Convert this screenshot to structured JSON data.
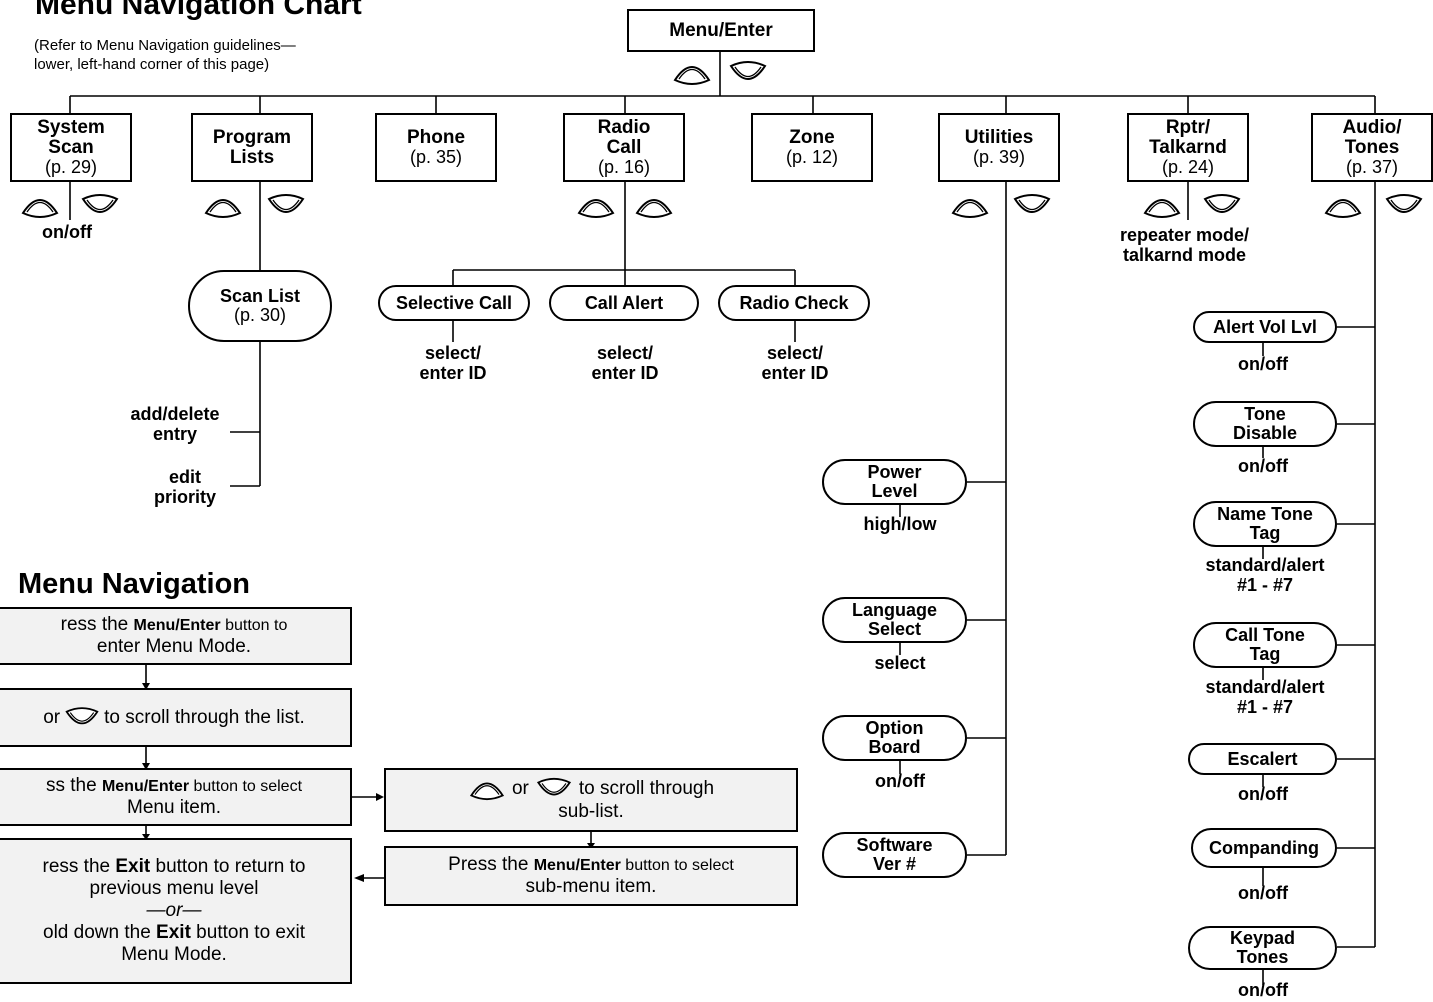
{
  "title": "Menu Navigation Chart",
  "subtitle": "(Refer to Menu Navigation guidelines—\nlower, left-hand corner of this page)",
  "root": "Menu/Enter",
  "menus": {
    "system_scan": {
      "name": "System\nScan",
      "page": "(p. 29)",
      "note": "on/off"
    },
    "program_lists": {
      "name": "Program\nLists"
    },
    "phone": {
      "name": "Phone",
      "page": "(p. 35)"
    },
    "radio_call": {
      "name": "Radio\nCall",
      "page": "(p. 16)"
    },
    "zone": {
      "name": "Zone",
      "page": "(p. 12)"
    },
    "utilities": {
      "name": "Utilities",
      "page": "(p. 39)"
    },
    "rptr": {
      "name": "Rptr/\nTalkarnd",
      "page": "(p. 24)",
      "note": "repeater mode/\ntalkarnd mode"
    },
    "audio": {
      "name": "Audio/\nTones",
      "page": "(p. 37)"
    }
  },
  "scan_list": {
    "name": "Scan List",
    "page": "(p. 30)",
    "opt1": "add/delete\nentry",
    "opt2": "edit\npriority"
  },
  "radio_call_items": [
    {
      "name": "Selective Call",
      "note": "select/\nenter ID"
    },
    {
      "name": "Call Alert",
      "note": "select/\nenter ID"
    },
    {
      "name": "Radio Check",
      "note": "select/\nenter ID"
    }
  ],
  "utilities_items": [
    {
      "name": "Power\nLevel",
      "note": "high/low"
    },
    {
      "name": "Language\nSelect",
      "note": "select"
    },
    {
      "name": "Option\nBoard",
      "note": "on/off"
    },
    {
      "name": "Software\nVer #",
      "note": ""
    }
  ],
  "audio_items": [
    {
      "name": "Alert Vol Lvl",
      "note": "on/off"
    },
    {
      "name": "Tone\nDisable",
      "note": "on/off"
    },
    {
      "name": "Name Tone\nTag",
      "note": "standard/alert\n#1 - #7"
    },
    {
      "name": "Call Tone\nTag",
      "note": "standard/alert\n#1 - #7"
    },
    {
      "name": "Escalert",
      "note": "on/off"
    },
    {
      "name": "Companding",
      "note": "on/off"
    },
    {
      "name": "Keypad\nTones",
      "note": "on/off"
    }
  ],
  "nav": {
    "heading": "Menu Navigation",
    "step1": {
      "pre": "ress the ",
      "key": "Menu/Enter",
      "post": " button to",
      "line2": "enter Menu Mode."
    },
    "step2": {
      "pre": "or",
      "post": " to scroll through the list."
    },
    "step3": {
      "pre": "ss the ",
      "key": "Menu/Enter",
      "post": " button to select",
      "line2": "Menu item."
    },
    "step4": {
      "pre": "ress the ",
      "key": "Exit",
      "post": " button to return to",
      "line2": "previous menu level",
      "or": "—or—",
      "pre2": "old down the ",
      "key2": "Exit",
      "post2": " button to exit",
      "line3": "Menu Mode."
    },
    "sub1": {
      "or": "or",
      "post": " to scroll through",
      "line2": "sub-list."
    },
    "sub2": {
      "pre": "Press the ",
      "key": "Menu/Enter",
      "post": " button to select",
      "line2": "sub-menu item."
    }
  }
}
